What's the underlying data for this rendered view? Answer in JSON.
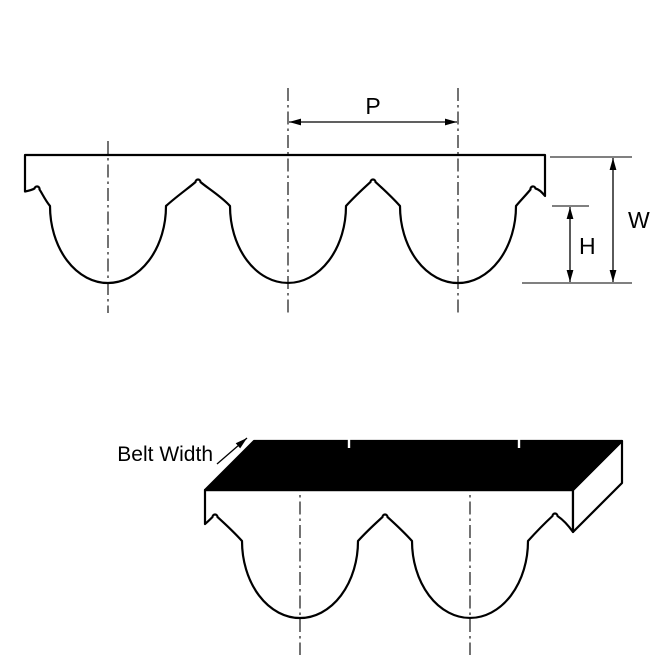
{
  "labels": {
    "pitch": "P",
    "overall_height": "W",
    "tooth_height": "H",
    "belt_width": "Belt Width"
  },
  "colors": {
    "line": "#000000",
    "belt_fill": "#ffffff",
    "top_surface": "#000000",
    "background": "#ffffff",
    "groove_tick": "#ffffff"
  }
}
